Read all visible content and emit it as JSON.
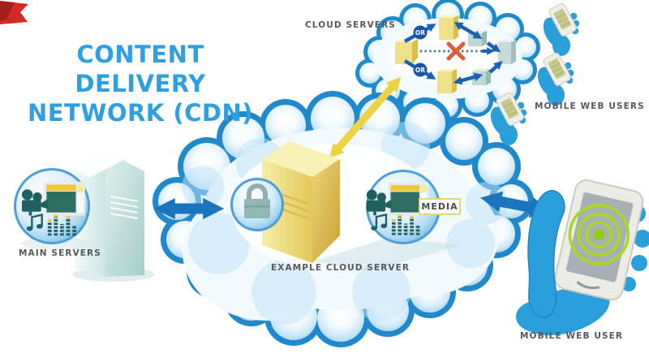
{
  "title": {
    "line1": "CONTENT DELIVERY",
    "line2": "NETWORK (CDN)"
  },
  "labels": {
    "cloud_servers": "CLOUD SERVERS",
    "mobile_web_users": "MOBILE WEB USERS",
    "main_servers": "MAIN SERVERS",
    "example_cloud_server": "EXAMPLE CLOUD SERVER",
    "media": "MEDIA",
    "mobile_web_user": "MOBILE WEB USER"
  },
  "badges": {
    "or_top": "OR",
    "or_bottom": "OR"
  },
  "colors": {
    "title_blue": "#2E9FE0",
    "label_gray": "#57585A",
    "cloud_border": "#2089CC",
    "arrow_blue": "#1B75BC",
    "arrow_yellow": "#EDD243",
    "or_badge_blue": "#1756A8",
    "failed_x_red": "#DD5F3A",
    "hand_blue": "#2B9FD9",
    "screen_green": "#A5DA1F",
    "server_yellow": "#F1E186",
    "server_teal": "#C9DBD8",
    "media_box_border": "#E3D47E",
    "corner_red": "#D22B26"
  },
  "icons": {
    "main_servers_circle": [
      "video-camera-icon",
      "browser-window-icon",
      "music-notes-icon",
      "equalizer-icon"
    ],
    "cloud_media_circle": [
      "video-camera-icon",
      "browser-window-icon",
      "music-notes-icon",
      "equalizer-icon"
    ],
    "security": "padlock-icon",
    "failed_route": "x-mark-icon",
    "devices": "hand-holding-phone-icon"
  }
}
